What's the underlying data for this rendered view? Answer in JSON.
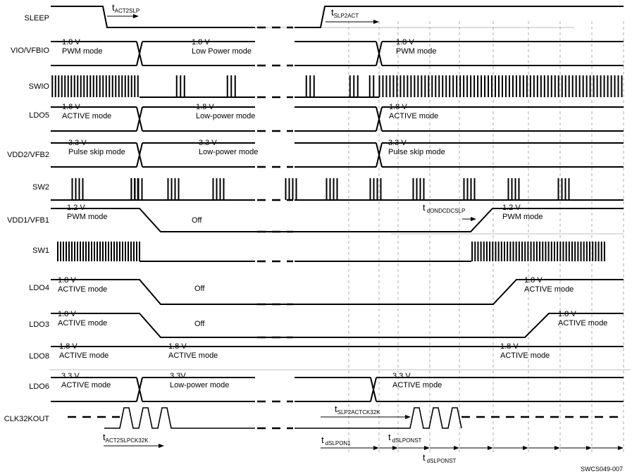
{
  "signals": [
    {
      "id": "sleep",
      "name": "SLEEP"
    },
    {
      "id": "vio",
      "name": "VIO/VFBIO"
    },
    {
      "id": "swio",
      "name": "SWIO"
    },
    {
      "id": "ldo5",
      "name": "LDO5"
    },
    {
      "id": "vdd2",
      "name": "VDD2/VFB2"
    },
    {
      "id": "sw2",
      "name": "SW2"
    },
    {
      "id": "vdd1",
      "name": "VDD1/VFB1"
    },
    {
      "id": "sw1",
      "name": "SW1"
    },
    {
      "id": "ldo4",
      "name": "LDO4"
    },
    {
      "id": "ldo3",
      "name": "LDO3"
    },
    {
      "id": "ldo8",
      "name": "LDO8"
    },
    {
      "id": "ldo6",
      "name": "LDO6"
    },
    {
      "id": "clk",
      "name": "CLK32KOUT"
    }
  ],
  "annotations": {
    "vio_1_v": "1.8 V",
    "vio_1_m": "PWM mode",
    "vio_2_v": "1.8 V",
    "vio_2_m": "Low Power mode",
    "vio_3_v": "1.8 V",
    "vio_3_m": "PWM mode",
    "ldo5_1_v": "1.8 V",
    "ldo5_1_m": "ACTIVE mode",
    "ldo5_2_v": "1.8 V",
    "ldo5_2_m": "Low-power mode",
    "ldo5_3_v": "1.8 V",
    "ldo5_3_m": "ACTIVE mode",
    "vdd2_1_v": "3.3 V",
    "vdd2_1_m": "Pulse skip mode",
    "vdd2_2_v": "3.3 V",
    "vdd2_2_m": "Low-power  mode",
    "vdd2_3_v": "3.3 V",
    "vdd2_3_m": "Pulse skip mode",
    "vdd1_1_v": "1.2 V",
    "vdd1_1_m": "PWM mode",
    "vdd1_off": "Off",
    "vdd1_3_v": "1.2 V",
    "vdd1_3_m": "PWM mode",
    "ldo4_1_v": "1.8 V",
    "ldo4_1_m": "ACTIVE mode",
    "ldo4_off": "Off",
    "ldo4_3_v": "1.8 V",
    "ldo4_3_m": "ACTIVE mode",
    "ldo3_1_v": "1.8 V",
    "ldo3_1_m": "ACTIVE mode",
    "ldo3_off": "Off",
    "ldo3_3_v": "1.8 V",
    "ldo3_3_m": "ACTIVE mode",
    "ldo8_1_v": "1.8 V",
    "ldo8_1_m": "ACTIVE mode",
    "ldo8_2_v": "1.8 V",
    "ldo8_2_m": "ACTIVE mode",
    "ldo8_3_v": "1.8 V",
    "ldo8_3_m": "ACTIVE mode",
    "ldo6_1_v": "3.3 V",
    "ldo6_1_m": "ACTIVE mode",
    "ldo6_2_v": "3.3V",
    "ldo6_2_m": "Low-power mode",
    "ldo6_3_v": "3.3 V",
    "ldo6_3_m": "ACTIVE mode"
  },
  "timing": {
    "act2slp": {
      "t": "t",
      "sub": "ACT2SLP"
    },
    "slp2act": {
      "t": "t",
      "sub": "SLP2ACT"
    },
    "dondcdcslp": {
      "t": "t",
      "sub": "dONDCDCSLP"
    },
    "slp2actck32k": {
      "t": "t",
      "sub": "SLP2ACTCK32K"
    },
    "act2slpck32k": {
      "t": "t",
      "sub": "ACT2SLPCK32K"
    },
    "dslpon1": {
      "t": "t",
      "sub": "dSLPON1"
    },
    "dslponst_a": {
      "t": "t",
      "sub": "dSLPONST"
    },
    "dslponst_b": {
      "t": "t",
      "sub": "dSLPONST"
    }
  },
  "figure_id": "SWCS049-007"
}
